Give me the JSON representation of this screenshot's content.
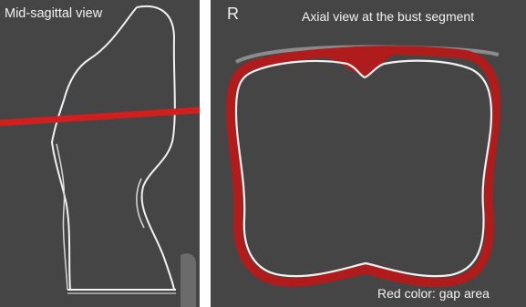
{
  "figure": {
    "left_panel": {
      "title": "Mid-sagittal view"
    },
    "right_panel": {
      "orientation_label": "R",
      "title": "Axial view at the bust segment",
      "legend_text": "Red color: gap area"
    }
  },
  "colors": {
    "panel_background": "#454545",
    "outline": "#f2f2f2",
    "section_line": "#d11f1f",
    "gap_area": "#b01c1c"
  }
}
